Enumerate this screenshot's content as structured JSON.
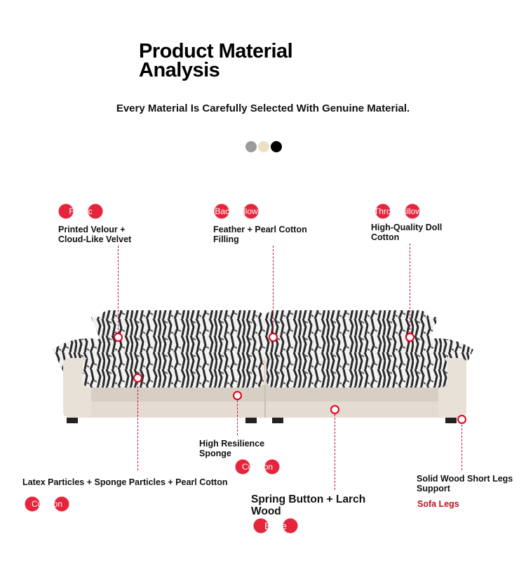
{
  "header": {
    "title_line1": "Product Material",
    "title_line2": "Analysis",
    "subtitle": "Every Material Is Carefully Selected With Genuine Material."
  },
  "colors": {
    "swatches": [
      "#9b9b9b",
      "#ece0c2",
      "#000000"
    ],
    "accent": "#e0001a"
  },
  "callouts": {
    "fabric": {
      "tag": "Fabric",
      "desc_line1": "Printed Velour +",
      "desc_line2": "Cloud-Like Velvet"
    },
    "back_pillow": {
      "tag": "Back Pillow",
      "desc_line1": "Feather + Pearl Cotton",
      "desc_line2": "Filling"
    },
    "throw_pillow": {
      "tag": "Throw Pillow",
      "desc_line1": "High-Quality Doll",
      "desc_line2": "Cotton"
    },
    "cushion_sponge": {
      "tag": "Cushion",
      "desc_line1": "High Resilience",
      "desc_line2": "Sponge"
    },
    "cushion_latex": {
      "tag": "Cushion",
      "desc": "Latex Particles + Sponge Particles + Pearl Cotton"
    },
    "base": {
      "tag": "Base",
      "desc_line1": "Spring Button + Larch",
      "desc_line2": "Wood"
    },
    "legs": {
      "tag": "Sofa Legs",
      "desc_line1": "Solid Wood Short Legs",
      "desc_line2": "Support"
    }
  }
}
